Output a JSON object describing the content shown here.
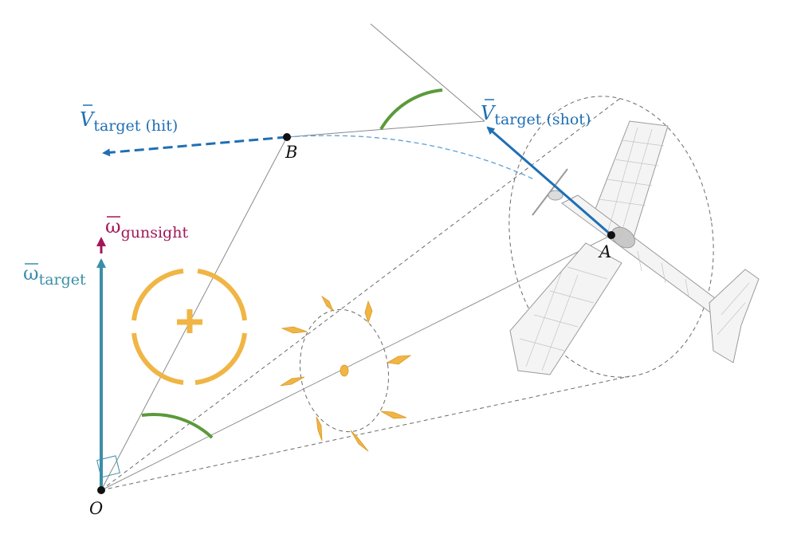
{
  "points": {
    "O": "O",
    "A": "A",
    "B": "B"
  },
  "vectors": {
    "v_hit": {
      "symbol": "V",
      "subscript": "target (hit)"
    },
    "v_shot": {
      "symbol": "V",
      "subscript": "target (shot)"
    },
    "omega_target": {
      "symbol": "ω",
      "subscript": "target"
    },
    "omega_gunsight": {
      "symbol": "ω",
      "subscript": "gunsight"
    }
  },
  "colors": {
    "velocity": "#1f6fb4",
    "omega_target": "#3b8ea8",
    "omega_gunsight": "#a3175a",
    "angle_arc": "#5a9a3a",
    "reticle": "#f0b545",
    "sun": "#f0b545",
    "construction_line": "#8a8a8a",
    "dashed_line": "#6a6a6a"
  },
  "icons": [
    "gunsight-reticle-icon",
    "sun-icon",
    "aircraft-icon"
  ]
}
